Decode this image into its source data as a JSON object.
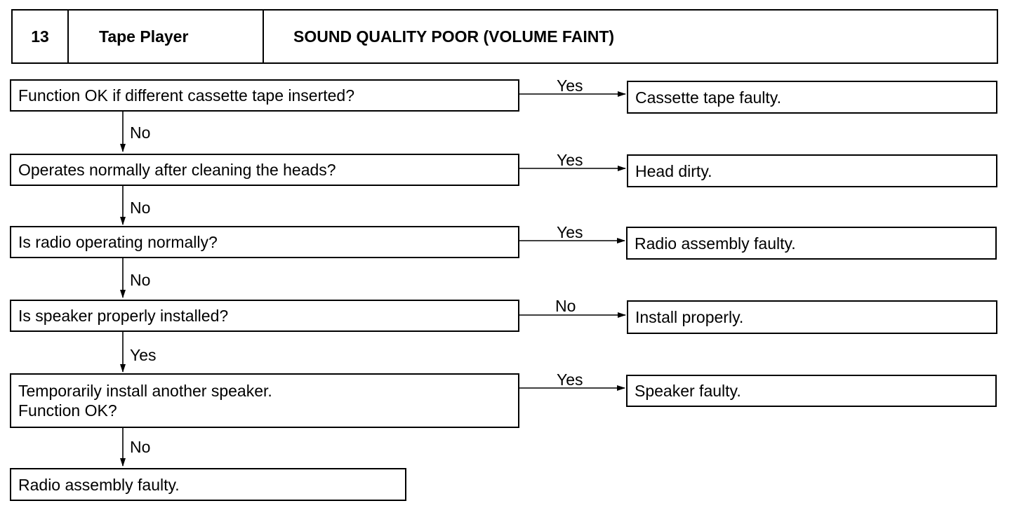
{
  "header": {
    "number": "13",
    "category": "Tape Player",
    "title": "SOUND QUALITY POOR (VOLUME FAINT)"
  },
  "steps": [
    {
      "question": "Function OK if different cassette tape inserted?",
      "branch_label": "Yes",
      "result": "Cassette tape faulty.",
      "down_label": "No"
    },
    {
      "question": "Operates normally after cleaning the heads?",
      "branch_label": "Yes",
      "result": "Head dirty.",
      "down_label": "No"
    },
    {
      "question": "Is radio operating normally?",
      "branch_label": "Yes",
      "result": "Radio assembly faulty.",
      "down_label": "No"
    },
    {
      "question": "Is speaker properly installed?",
      "branch_label": "No",
      "result": "Install properly.",
      "down_label": "Yes"
    },
    {
      "question_lines": [
        "Temporarily install another speaker.",
        "Function OK?"
      ],
      "branch_label": "Yes",
      "result": "Speaker faulty.",
      "down_label": "No"
    }
  ],
  "final": "Radio assembly faulty."
}
